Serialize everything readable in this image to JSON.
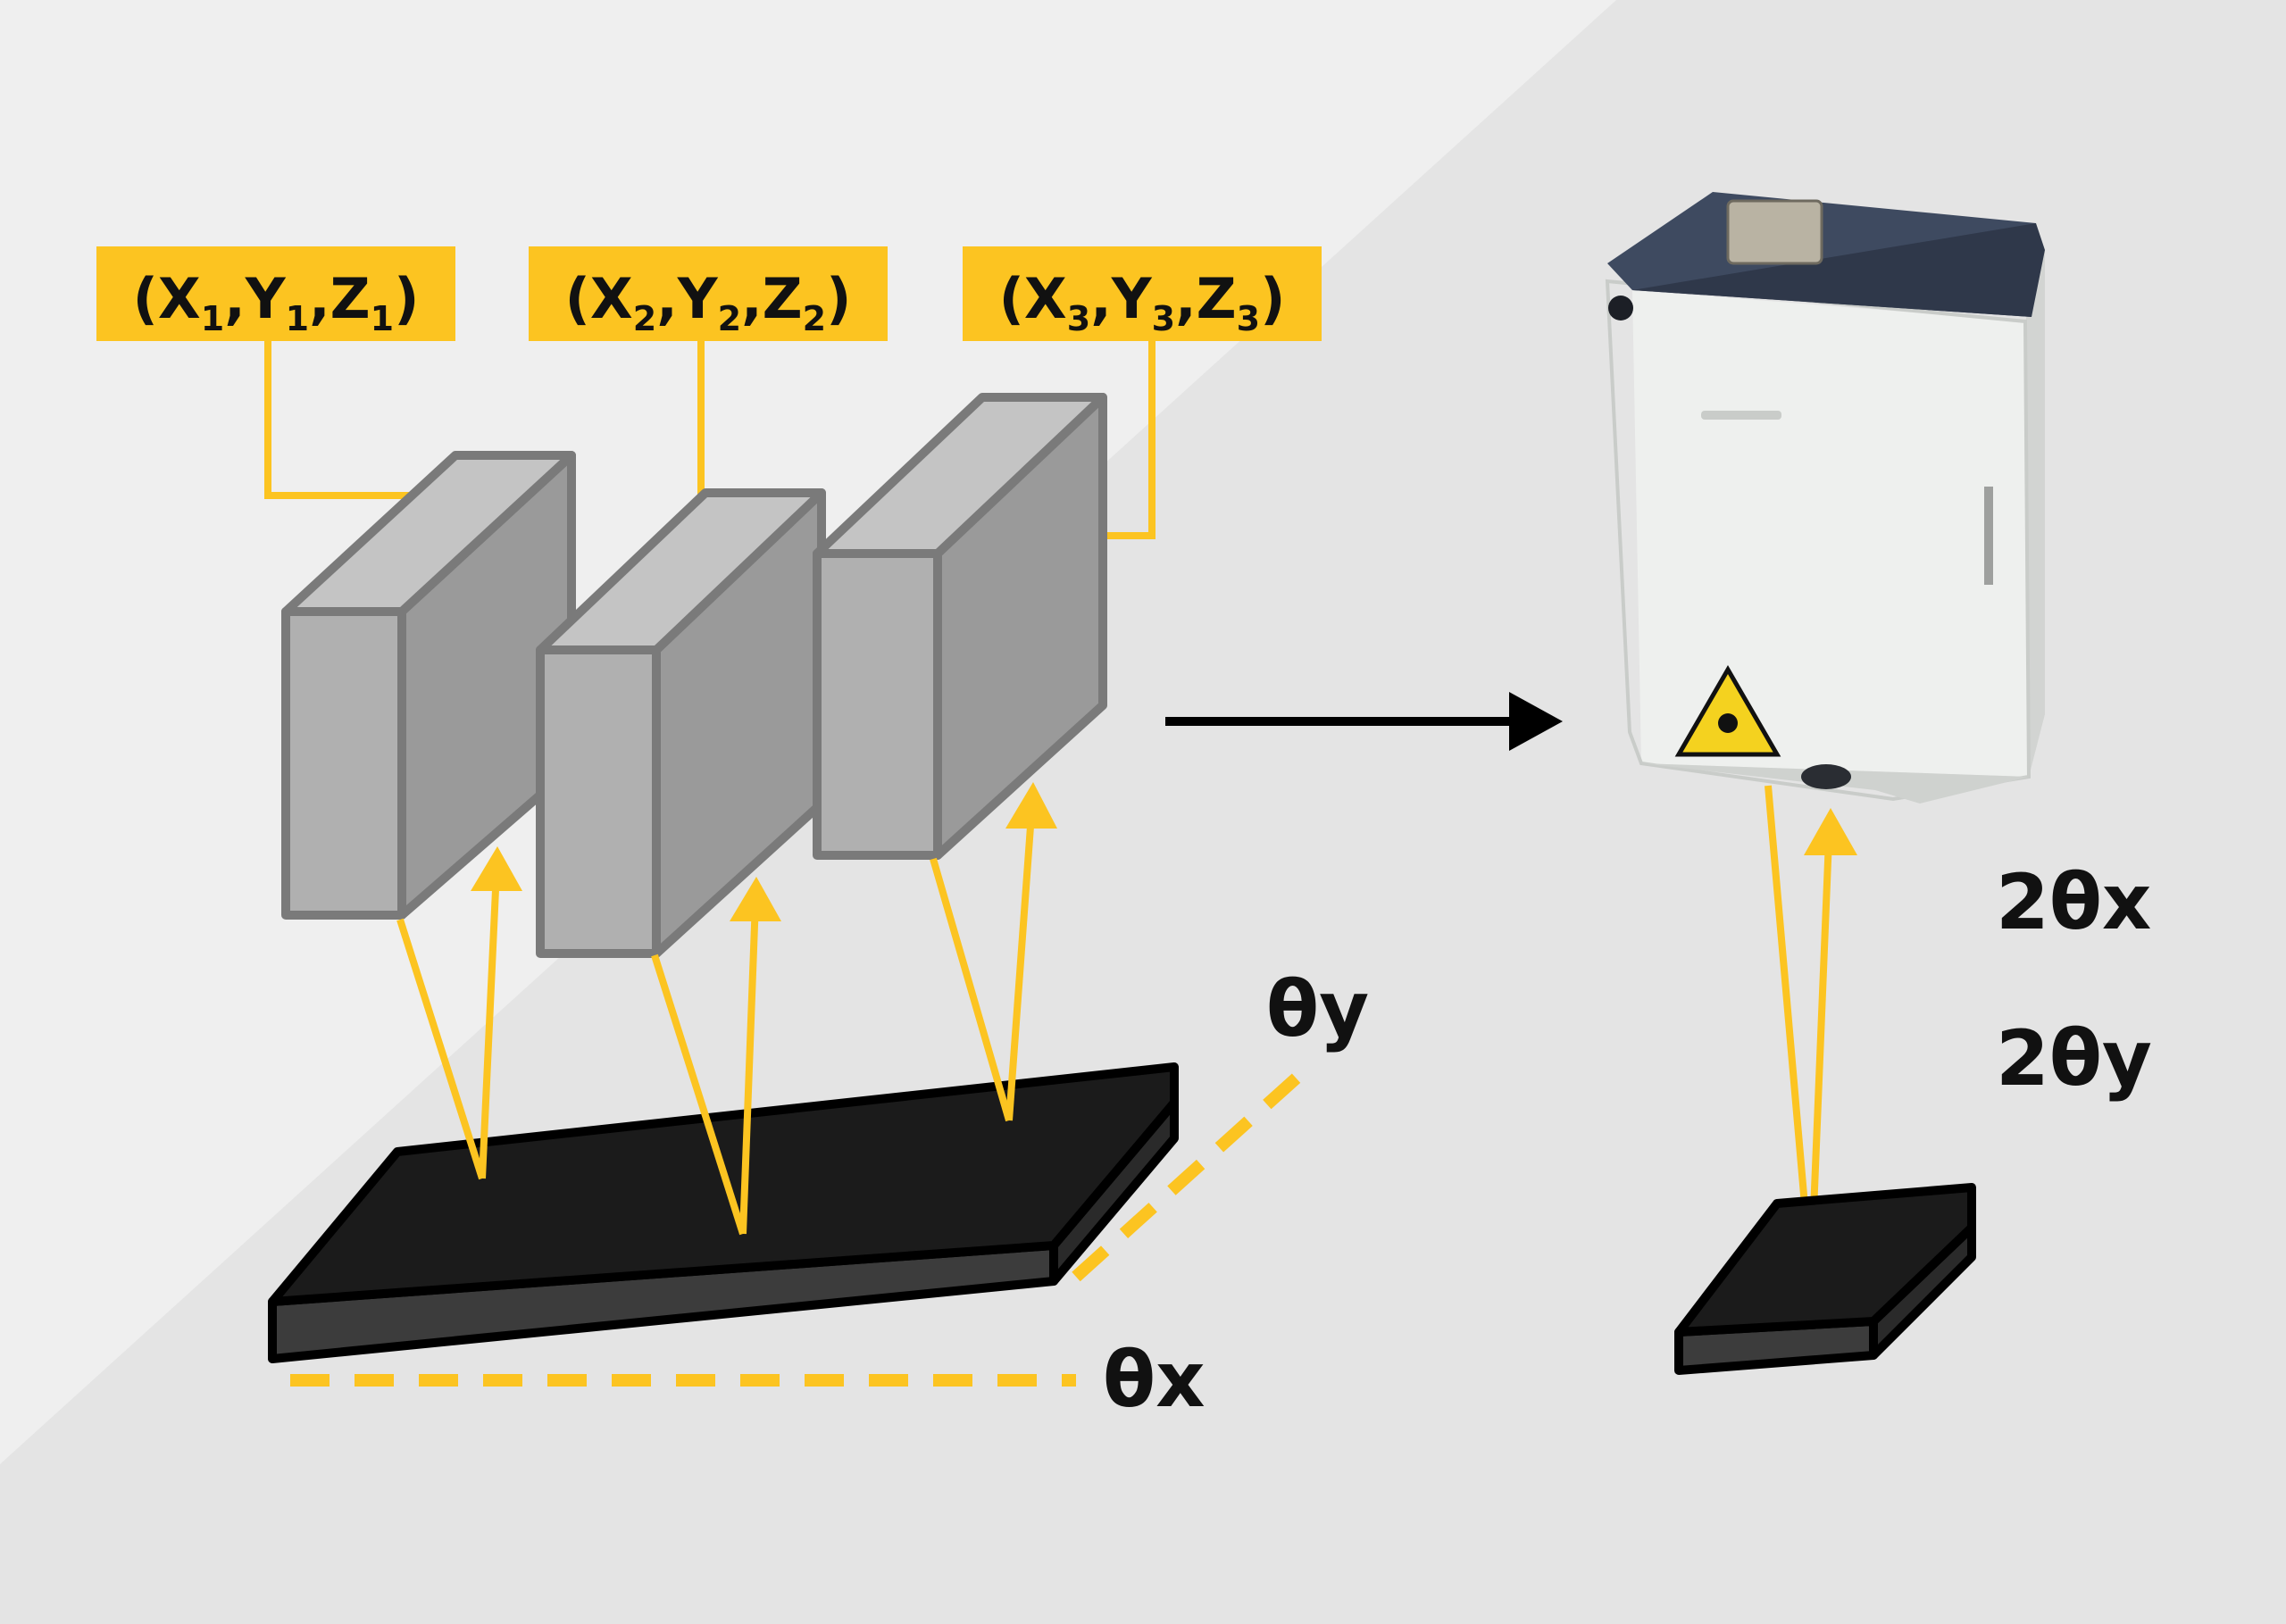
{
  "colors": {
    "background_light": "#efefef",
    "background_dark": "#e4e4e4",
    "accent_yellow": "#fcc421",
    "block_face": "#b0b0b0",
    "block_side": "#999999",
    "block_edge": "#7a7a7a",
    "plate_top": "#1b1b1b",
    "plate_side": "#3c3c3c",
    "sensor_body": "#eef0ee",
    "sensor_cap": "#3e4a60",
    "arrow": "#000000"
  },
  "labels": {
    "point1": {
      "open": "(X",
      "s1": "1",
      "c1": ",Y",
      "s2": "1",
      "c2": ",Z",
      "s3": "1",
      "close": ")"
    },
    "point2": {
      "open": "(X",
      "s1": "2",
      "c1": ",Y",
      "s2": "2",
      "c2": ",Z",
      "s3": "2",
      "close": ")"
    },
    "point3": {
      "open": "(X",
      "s1": "3",
      "c1": ",Y",
      "s2": "3",
      "c2": ",Z",
      "s3": "3",
      "close": ")"
    },
    "theta_y": "θy",
    "theta_x": "θx",
    "two_theta_x": "2θx",
    "two_theta_y": "2θy"
  },
  "icons": {
    "sensor": "laser-autocollimator-sensor-icon",
    "laser_warning": "laser-warning-triangle-icon"
  }
}
